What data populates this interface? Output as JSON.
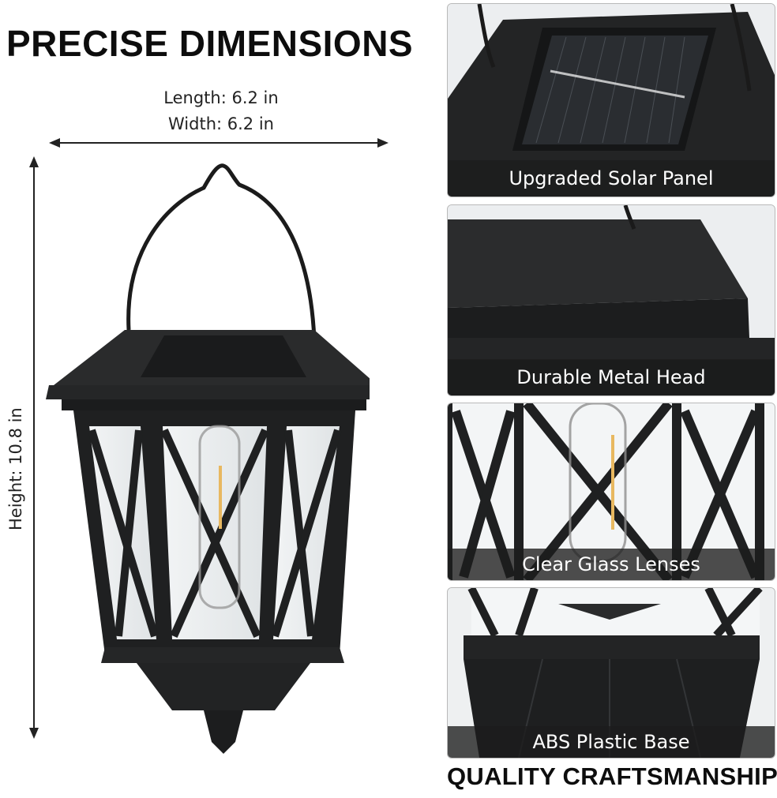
{
  "left": {
    "title": "PRECISE DIMENSIONS",
    "length": "Length: 6.2 in",
    "width": "Width: 6.2 in",
    "height": "Height: 10.8 in"
  },
  "right": {
    "panels": [
      {
        "caption": "Upgraded Solar Panel"
      },
      {
        "caption": "Durable Metal Head"
      },
      {
        "caption": "Clear Glass Lenses"
      },
      {
        "caption": "ABS Plastic Base"
      }
    ],
    "footer": "QUALITY CRAFTSMANSHIP"
  },
  "colors": {
    "lantern_body": "#1f2021",
    "caption_bg": "#1c1c1c",
    "bulb_filament": "#e8b860"
  }
}
